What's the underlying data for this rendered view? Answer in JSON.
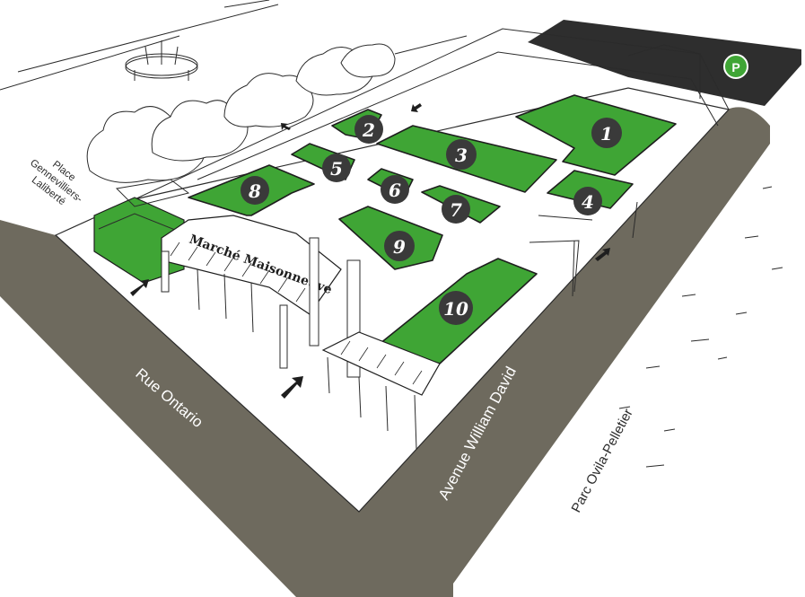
{
  "map": {
    "streets": {
      "rue_ontario": "Rue Ontario",
      "avenue_william_david": "Avenue William David"
    },
    "places": {
      "park": "Parc Ovila-Pelletier",
      "place_line1": "Place",
      "place_line2": "Gennevilliers-",
      "place_line3": "Laliberté"
    },
    "sign": {
      "text": "Marché Maisonneuve"
    },
    "parking": {
      "letter": "P",
      "color": "#3fa535"
    },
    "stall_color": "#3fa535",
    "road_color": "#6e6a5e",
    "stalls": [
      {
        "number": "1"
      },
      {
        "number": "2"
      },
      {
        "number": "3"
      },
      {
        "number": "4"
      },
      {
        "number": "5"
      },
      {
        "number": "6"
      },
      {
        "number": "7"
      },
      {
        "number": "8"
      },
      {
        "number": "9"
      },
      {
        "number": "10"
      }
    ],
    "entrance_arrows": [
      "arrow-icon",
      "arrow-icon",
      "arrow-icon",
      "arrow-icon",
      "arrow-icon",
      "arrow-icon"
    ]
  }
}
